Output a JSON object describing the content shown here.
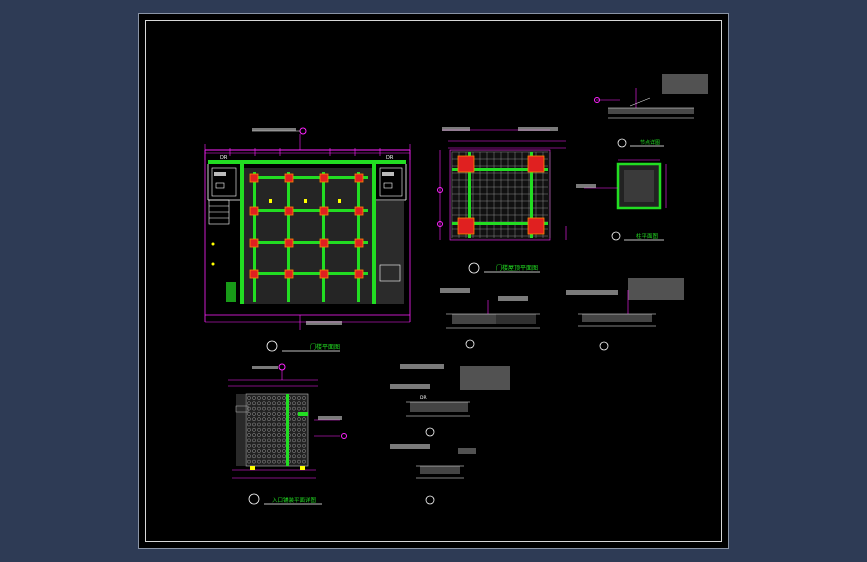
{
  "drawing": {
    "colors": {
      "background": "#000000",
      "viewport": "#2e3b55",
      "frame": "#d8d8d8",
      "green": "#22dd22",
      "magenta": "#ff22ff",
      "red": "#e02020",
      "orange": "#ff8800",
      "white": "#ffffff",
      "gray": "#bbbbbb",
      "yellow": "#ffff00",
      "cyan": "#33dddd"
    },
    "labels": {
      "main_plan_title": "门楼平面图",
      "roof_plan_title": "门楼屋顶平面图",
      "pavement_title": "入口铺装平面详图",
      "column_title": "柱平面图",
      "small_title": "节点详图",
      "door_tag_left": "DR",
      "door_tag_right": "DR",
      "door_tag_mid": "DR"
    }
  }
}
